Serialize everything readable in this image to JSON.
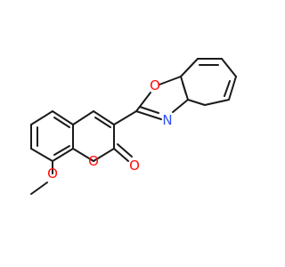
{
  "molecule": {
    "atoms": {
      "O_ring": {
        "label": "O",
        "color": "#ff0d0d"
      },
      "O_carbonyl": {
        "label": "O",
        "color": "#ff0d0d"
      },
      "O_methoxy": {
        "label": "O",
        "color": "#ff0d0d"
      },
      "O_oxazole": {
        "label": "O",
        "color": "#ff0d0d"
      },
      "N_oxazole": {
        "label": "N",
        "color": "#3050f8"
      }
    },
    "bond_color": "#1a1a1a"
  }
}
